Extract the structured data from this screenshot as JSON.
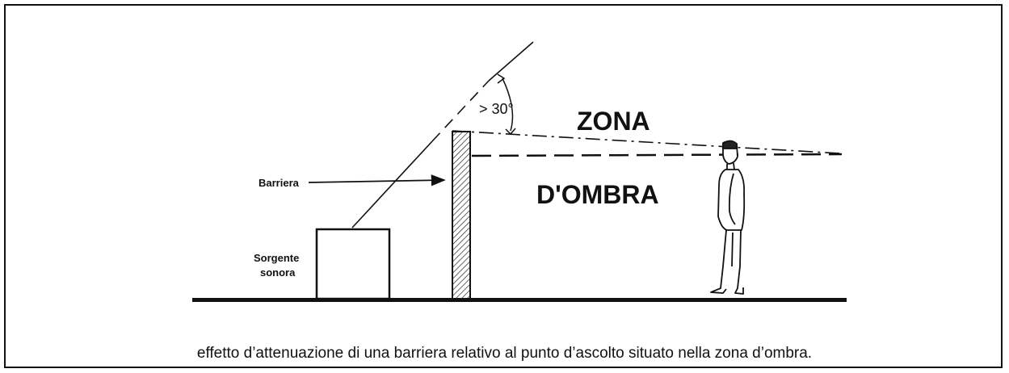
{
  "diagram": {
    "zone_top": "ZONA",
    "zone_bottom": "D'OMBRA",
    "angle_label": "> 30°",
    "barrier_label": "Barriera",
    "source_label_line1": "Sorgente",
    "source_label_line2": "sonora"
  },
  "caption": "effetto d’attenuazione di una barriera relativo al punto d’ascolto situato nella zona d’ombra."
}
